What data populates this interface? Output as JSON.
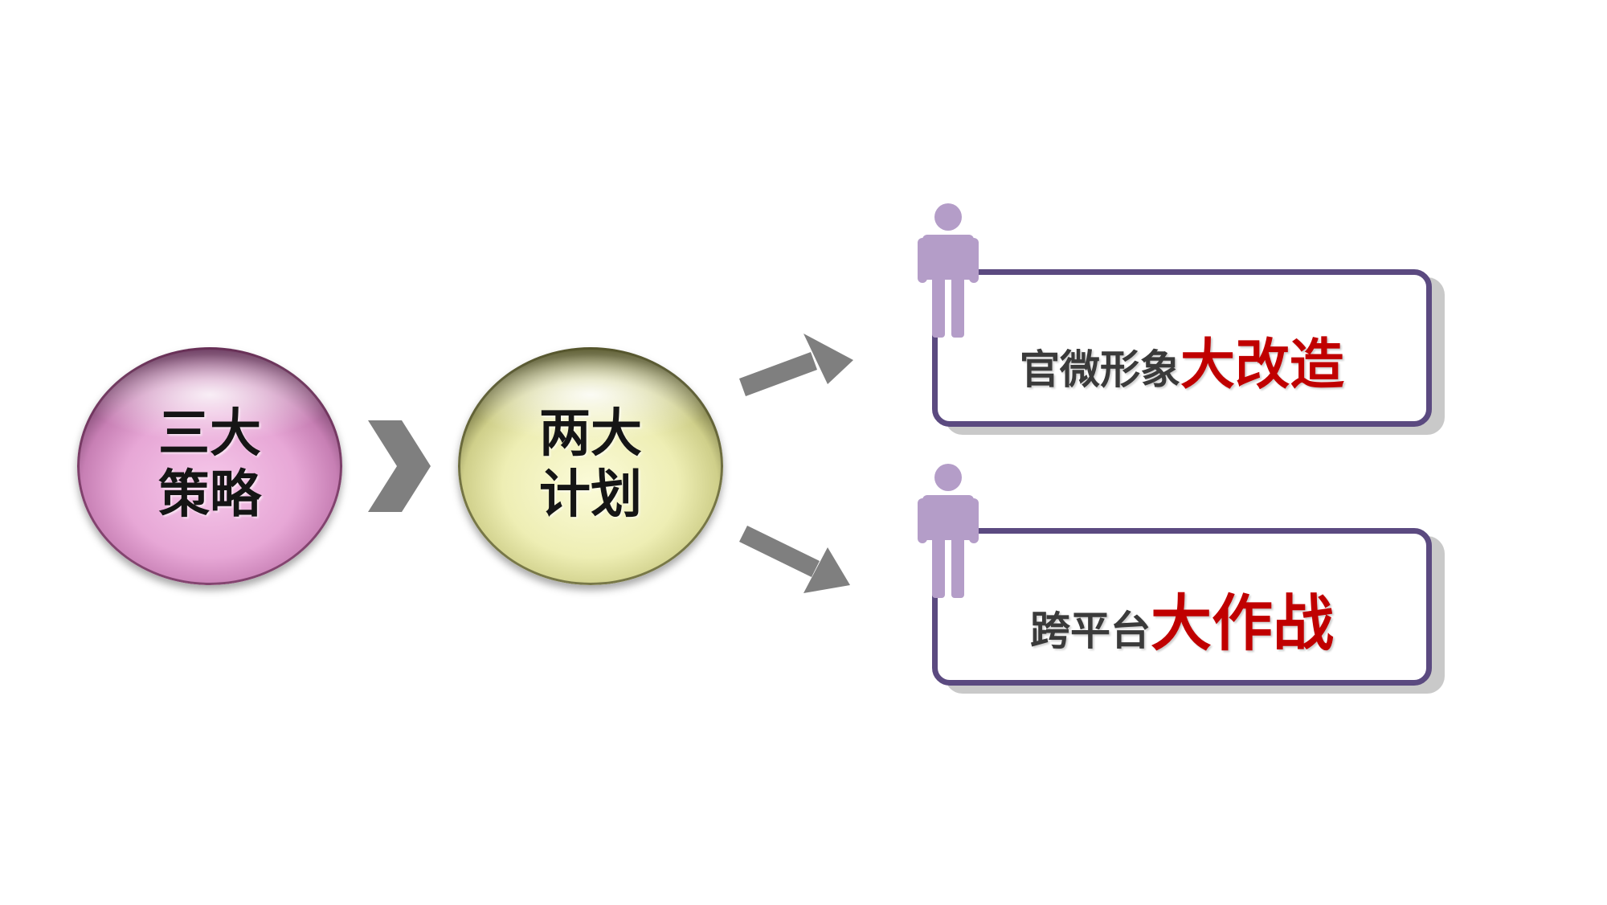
{
  "orb_left": {
    "line1": "三大",
    "line2": "策略",
    "color": "#e7a7d6"
  },
  "orb_right": {
    "line1": "两大",
    "line2": "计划",
    "color": "#eeeeb4"
  },
  "box_top": {
    "prefix": "官微形象",
    "highlight": "大改造"
  },
  "box_bottom": {
    "prefix": "跨平台",
    "highlight": "大作战"
  },
  "colors": {
    "box_border": "#5b4a80",
    "person": "#b49dc8",
    "arrow": "#7f7f7f",
    "highlight_text": "#c00000",
    "prefix_text": "#3a3a3a"
  },
  "icons": [
    "chevron-right-icon",
    "arrow-up-right-icon",
    "arrow-down-right-icon",
    "person-icon"
  ]
}
